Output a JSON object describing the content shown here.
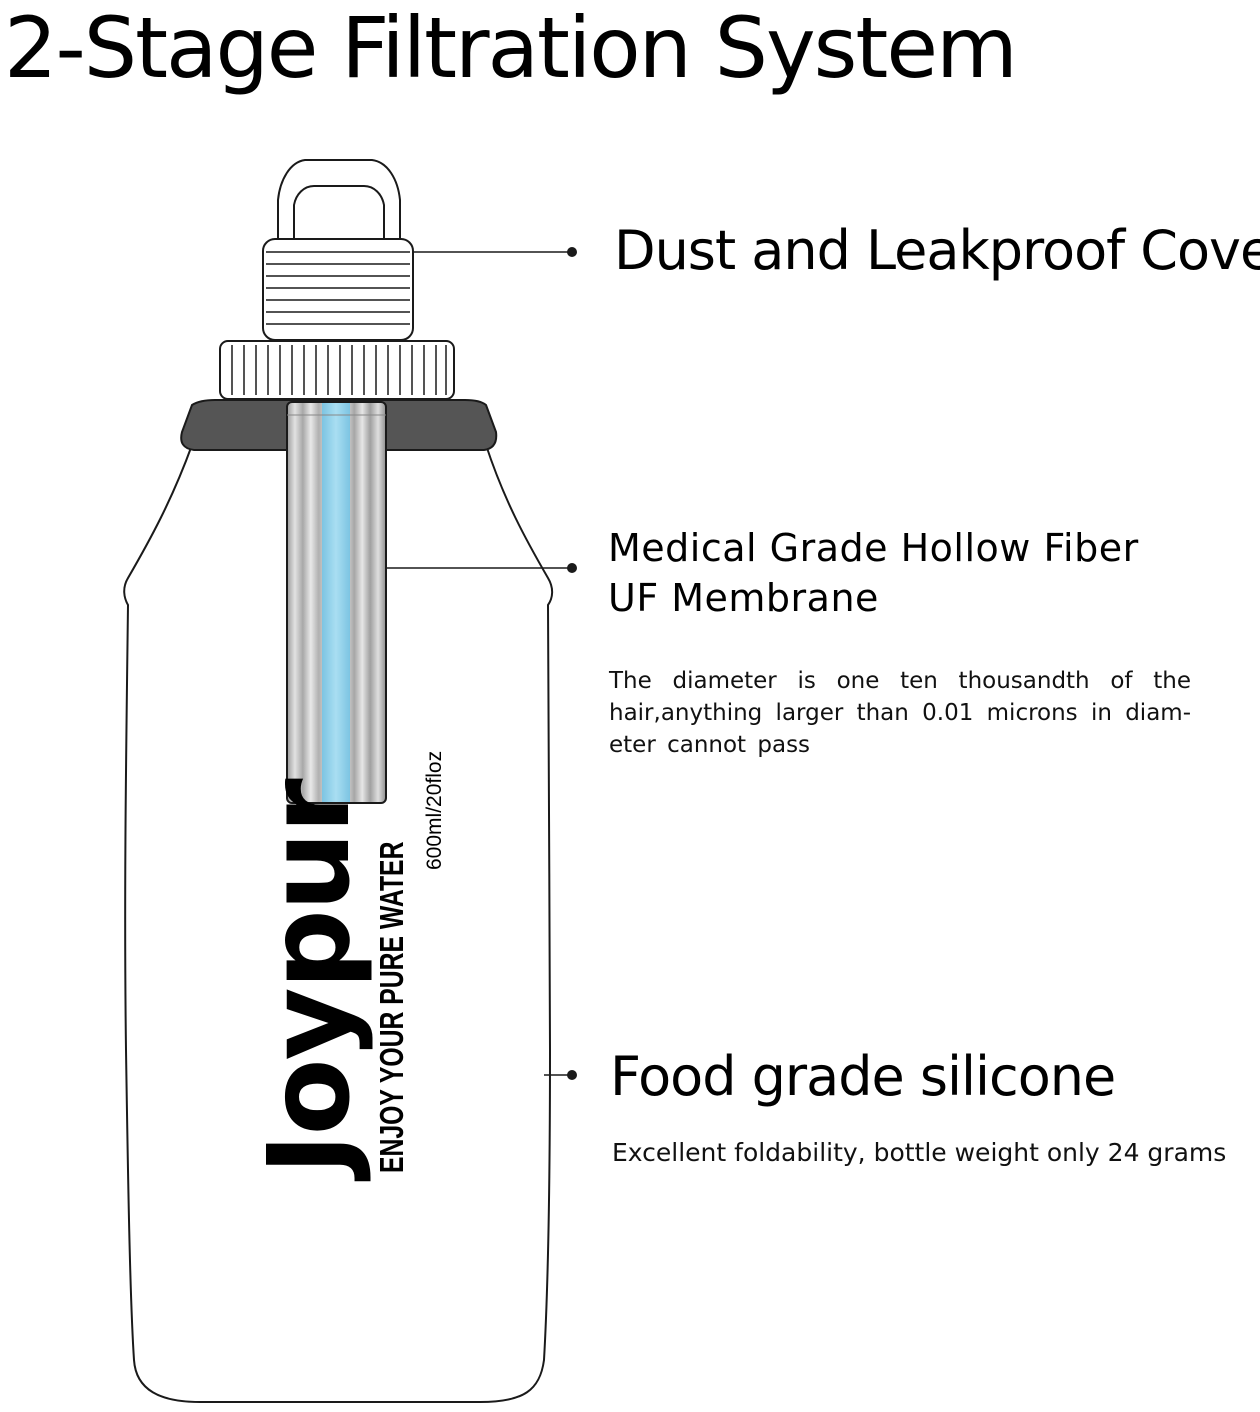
{
  "title": "2-Stage Filtration System",
  "callouts": {
    "cover": {
      "label": "Dust and Leakproof Cover"
    },
    "membrane": {
      "label_line1": "Medical Grade Hollow Fiber",
      "label_line2": "UF Membrane",
      "description": "The diameter is one ten thousandth of the hair,anything larger than 0.01 microns in diam-eter cannot pass"
    },
    "silicone": {
      "label": "Food grade silicone",
      "description": "Excellent foldability, bottle weight only 24 grams"
    }
  },
  "bottle": {
    "brand": "Joypur",
    "tagline": "ENJOY YOUR PURE WATER",
    "capacity": "600ml/20floz"
  },
  "colors": {
    "filter_blue": "#8fd0ea",
    "shoulder_band": "#555555",
    "outline": "#111111"
  }
}
